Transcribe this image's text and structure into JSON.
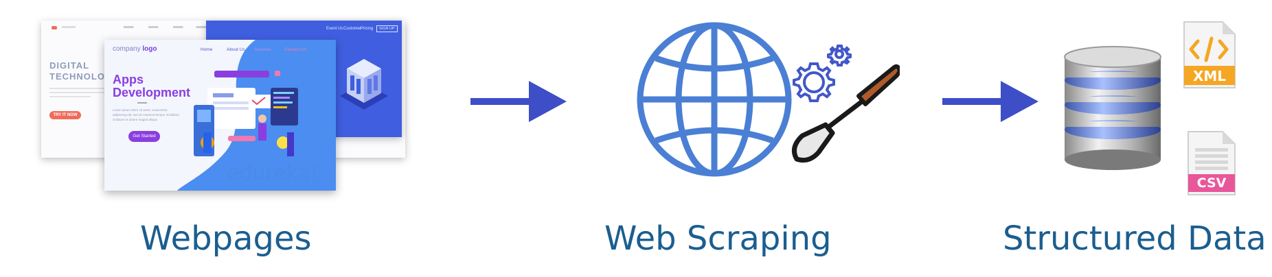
{
  "captions": {
    "webpages": "Webpages",
    "web_scraping": "Web Scraping",
    "structured_data": "Structured Data"
  },
  "mockup": {
    "back_page": {
      "headline_1": "DIGITAL",
      "headline_2": "TECHNOLOGY",
      "cta": "TRY IT NOW"
    },
    "blue_panel": {
      "nav": [
        "Event Us",
        "Customer",
        "Pricing"
      ],
      "signup": "SIGN UP"
    },
    "front_page": {
      "logo_prefix": "company",
      "logo_bold": "logo",
      "nav": [
        "Home",
        "About Us",
        "Services",
        "Contact Us"
      ],
      "title_1": "Apps",
      "title_2": "Development",
      "body_1": "Lorem ipsum dolor sit amet, consectetur",
      "body_2": "adipiscing elit, sed do eiusmod tempor incididunt",
      "body_3": "ut labore et dolore magna aliqua.",
      "cta": "Get Started"
    }
  },
  "files": {
    "xml": "XML",
    "csv": "CSV"
  },
  "watermark": "edureka!",
  "colors": {
    "caption": "#1b5e8f",
    "arrow": "#3d4ec7",
    "globe": "#4a7fd4",
    "xml": "#f5a623",
    "csv": "#e8579a"
  }
}
